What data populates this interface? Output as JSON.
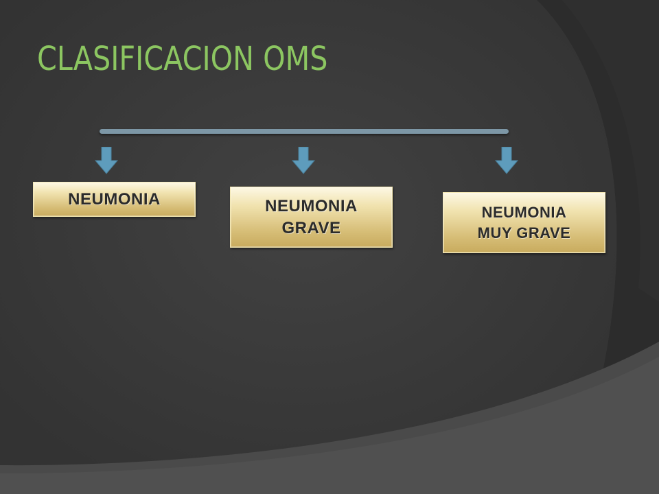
{
  "slide": {
    "title": "CLASIFICACION OMS"
  },
  "colors": {
    "title": "#8cc661",
    "background": "#2b2b2b",
    "connector_bar": "#7d97a6",
    "arrow": "#5e9cbc",
    "box_light": "#fdf8e4",
    "box_dark": "#c8ab5e"
  },
  "diagram": {
    "categories": [
      {
        "label": "NEUMONIA"
      },
      {
        "label": "NEUMONIA\nGRAVE"
      },
      {
        "label": "NEUMONIA\nMUY GRAVE"
      }
    ]
  }
}
